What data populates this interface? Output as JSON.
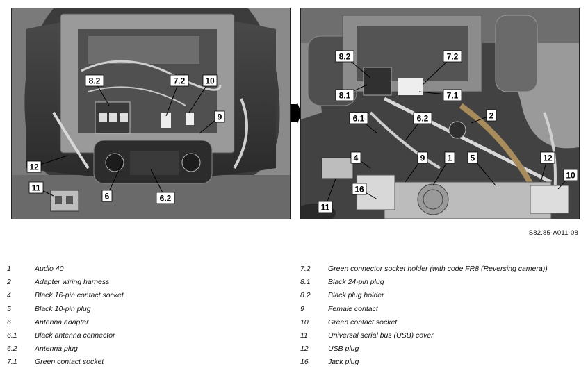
{
  "figure_id": "S82.85-A011-08",
  "left_callouts": [
    "8.2",
    "7.2",
    "10",
    "9",
    "12",
    "6",
    "6.2",
    "11"
  ],
  "right_callouts": [
    "8.2",
    "7.2",
    "8.1",
    "7.1",
    "6.1",
    "6.2",
    "2",
    "4",
    "9",
    "1",
    "5",
    "12",
    "10",
    "16",
    "11"
  ],
  "legend": [
    {
      "key": "1",
      "desc": "Audio 40"
    },
    {
      "key": "2",
      "desc": "Adapter wiring harness"
    },
    {
      "key": "4",
      "desc": "Black 16-pin contact socket"
    },
    {
      "key": "5",
      "desc": "Black 10-pin plug"
    },
    {
      "key": "6",
      "desc": "Antenna adapter"
    },
    {
      "key": "6.1",
      "desc": "Black antenna connector"
    },
    {
      "key": "6.2",
      "desc": "Antenna plug"
    },
    {
      "key": "7.1",
      "desc": "Green contact socket"
    },
    {
      "key": "7.2",
      "desc": "Green connector socket holder (with code FR8 (Reversing camera))"
    },
    {
      "key": "8.1",
      "desc": "Black 24-pin plug"
    },
    {
      "key": "8.2",
      "desc": "Black plug holder"
    },
    {
      "key": "9",
      "desc": "Female contact"
    },
    {
      "key": "10",
      "desc": "Green contact socket"
    },
    {
      "key": "11",
      "desc": "Universal serial bus (USB) cover"
    },
    {
      "key": "12",
      "desc": "USB plug"
    },
    {
      "key": "16",
      "desc": "Jack plug"
    }
  ]
}
